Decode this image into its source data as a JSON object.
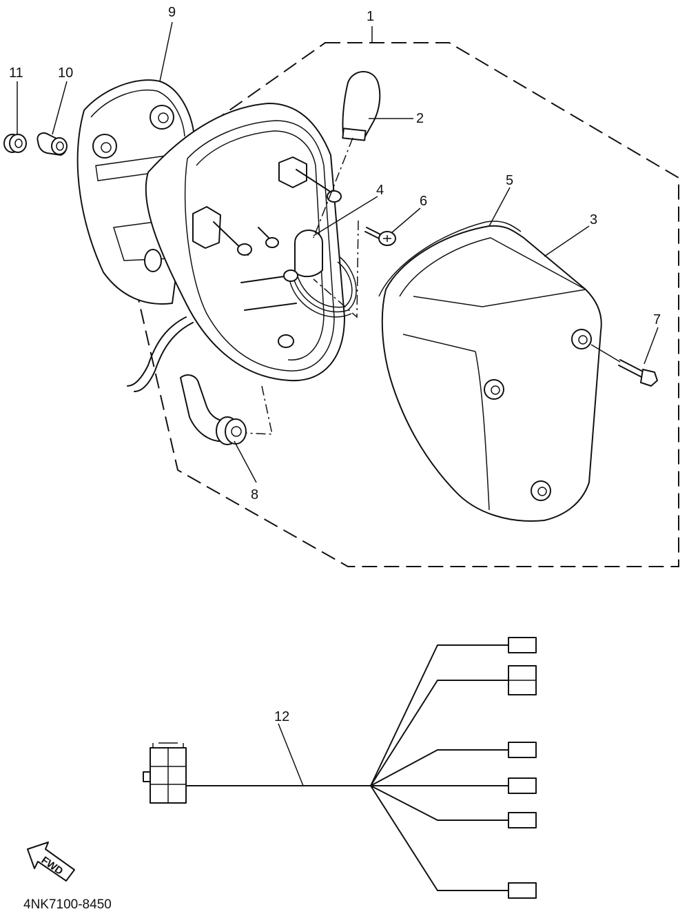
{
  "diagram": {
    "part_labels": [
      "1",
      "2",
      "3",
      "4",
      "5",
      "6",
      "7",
      "8",
      "9",
      "10",
      "11",
      "12"
    ],
    "direction_marker": "FWD",
    "catalog_code": "4NK7100-8450"
  },
  "icons": {
    "direction_marker": "fwd-arrow-icon"
  },
  "colors": {
    "line": "#111111",
    "background": "#ffffff"
  }
}
